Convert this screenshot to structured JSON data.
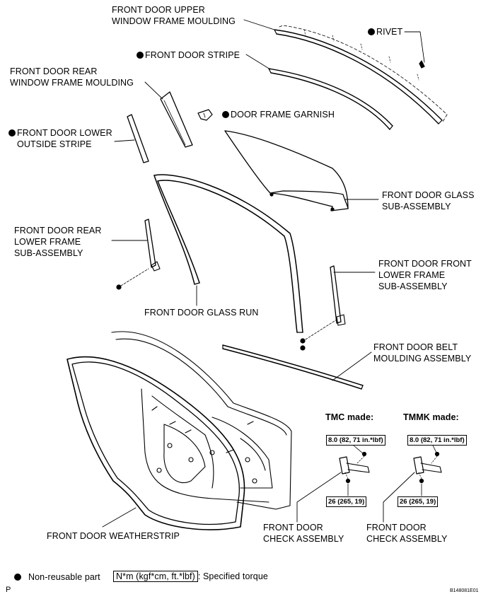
{
  "labels": {
    "upper_moulding": "FRONT DOOR UPPER\nWINDOW FRAME MOULDING",
    "rivet": "RIVET",
    "stripe": "FRONT DOOR STRIPE",
    "rear_window_moulding": "FRONT DOOR REAR\nWINDOW FRAME MOULDING",
    "door_frame_garnish": "DOOR FRAME GARNISH",
    "lower_outside_stripe_line1": "FRONT DOOR LOWER",
    "lower_outside_stripe_line2": "OUTSIDE STRIPE",
    "glass_sub_assembly": "FRONT DOOR GLASS\nSUB-ASSEMBLY",
    "rear_lower_frame": "FRONT DOOR REAR\nLOWER FRAME\nSUB-ASSEMBLY",
    "front_lower_frame": "FRONT DOOR FRONT\nLOWER FRAME\nSUB-ASSEMBLY",
    "glass_run": "FRONT DOOR GLASS RUN",
    "belt_moulding": "FRONT DOOR BELT\nMOULDING ASSEMBLY",
    "tmc_made": "TMC made:",
    "tmmk_made": "TMMK made:",
    "weatherstrip": "FRONT DOOR WEATHERSTRIP",
    "check_assembly_1": "FRONT DOOR\nCHECK ASSEMBLY",
    "check_assembly_2": "FRONT DOOR\nCHECK ASSEMBLY"
  },
  "torques": {
    "tmc_upper": "8.0 (82, 71 in.*lbf)",
    "tmc_lower": "26 (265, 19)",
    "tmmk_upper": "8.0 (82, 71 in.*lbf)",
    "tmmk_lower": "26 (265, 19)"
  },
  "legend": {
    "non_reusable": "Non-reusable part",
    "torque_units": "N*m (kgf*cm, ft.*lbf)",
    "torque_desc": ": Specified torque"
  },
  "page_marker": "P",
  "figure_id": "B148081E01"
}
